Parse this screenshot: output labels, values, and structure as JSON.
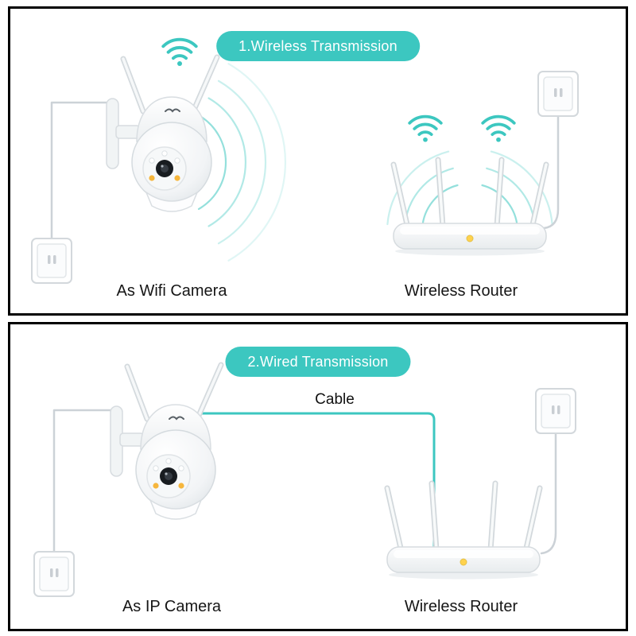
{
  "figure": {
    "type": "product-connection-diagram",
    "background": "#ffffff"
  },
  "colors": {
    "accent_teal": "#3cc7c0",
    "panel_border": "#000000",
    "text": "#161616",
    "device_outline": "#d6dbdf",
    "power_cable_gray": "#ccd2d7",
    "led_amber": "#f6b63c"
  },
  "panels": [
    {
      "header": "1.Wireless Transmission",
      "camera_label": "As Wifi Camera",
      "router_label": "Wireless Router",
      "icons": [
        "wifi-signal-icon",
        "signal-waves-icon",
        "ptz-camera-icon",
        "wireless-router-icon",
        "power-outlet-icon",
        "power-cable"
      ]
    },
    {
      "header": "2.Wired Transmission",
      "camera_label": "As IP Camera",
      "router_label": "Wireless Router",
      "cable_label": "Cable",
      "icons": [
        "ptz-camera-icon",
        "wireless-router-icon",
        "power-outlet-icon",
        "power-cable",
        "ethernet-cable"
      ]
    }
  ]
}
